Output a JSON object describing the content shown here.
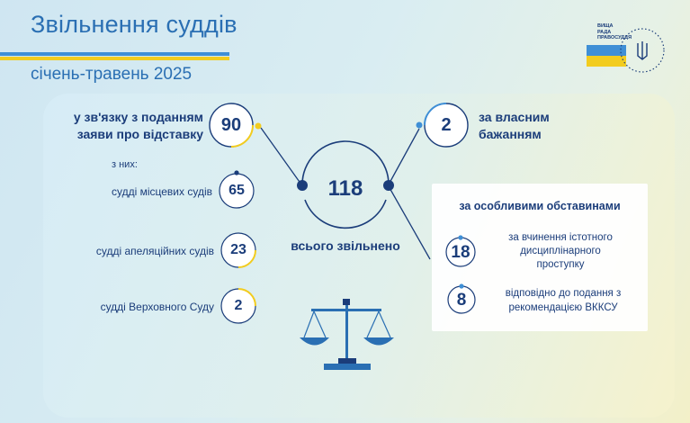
{
  "header": {
    "title": "Звільнення суддів",
    "period": "січень-травень 2025"
  },
  "logo": {
    "text_lines": [
      "ВИЩА",
      "РАДА",
      "ПРАВОСУДДЯ"
    ]
  },
  "resignation": {
    "value": "90",
    "label_line1": "у зв'язку з поданням",
    "label_line2": "заяви про відставку",
    "of_which": "з них:",
    "items": [
      {
        "label": "судді місцевих судів",
        "value": "65"
      },
      {
        "label": "судді апеляційних судів",
        "value": "23"
      },
      {
        "label": "судді Верховного Суду",
        "value": "2"
      }
    ]
  },
  "total": {
    "value": "118",
    "label": "всього звільнено"
  },
  "own_will": {
    "value": "2",
    "label_line1": "за власним",
    "label_line2": "бажанням"
  },
  "special": {
    "title": "за особливими обставинами",
    "items": [
      {
        "value": "18",
        "line1": "за вчинення істотного",
        "line2": "дисциплінарного",
        "line3": "проступку"
      },
      {
        "value": "8",
        "line1": "відповідно до подання з",
        "line2": "рекомендацією ВККСУ",
        "line3": ""
      }
    ]
  },
  "colors": {
    "navy": "#1b3d7a",
    "blue": "#2a6fb3",
    "light_blue": "#3f8fd6",
    "yellow": "#f2cc1f"
  }
}
